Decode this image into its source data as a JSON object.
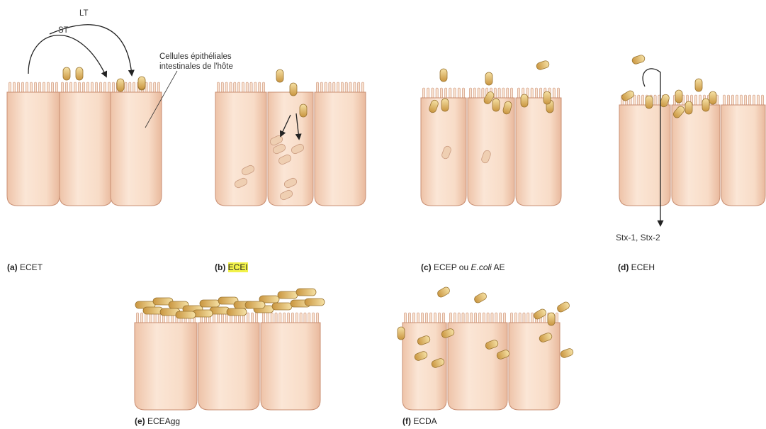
{
  "panels": [
    {
      "letter": "(a)",
      "name": "ECET"
    },
    {
      "letter": "(b)",
      "name": "ECEI"
    },
    {
      "letter": "(c)",
      "name": "ECEP ou ",
      "name_italic": "E.coli",
      "name_suffix": " AE"
    },
    {
      "letter": "(d)",
      "name": "ECEH"
    },
    {
      "letter": "(e)",
      "name": "ECEAgg"
    },
    {
      "letter": "(f)",
      "name": "ECDA"
    }
  ],
  "annotations": {
    "toxin_lt": "LT",
    "toxin_st": "ST",
    "host_cells_line1": "Cellules épithéliales",
    "host_cells_line2": "intestinales de l'hôte",
    "shiga_toxins": "Stx-1, Stx-2"
  },
  "colors": {
    "cell_fill": "#f7dcc8",
    "cell_edge": "#c98f73",
    "bacterium_fill": "#e6c27a",
    "bacterium_edge": "#9a7431",
    "highlight": "#f2f24a"
  }
}
